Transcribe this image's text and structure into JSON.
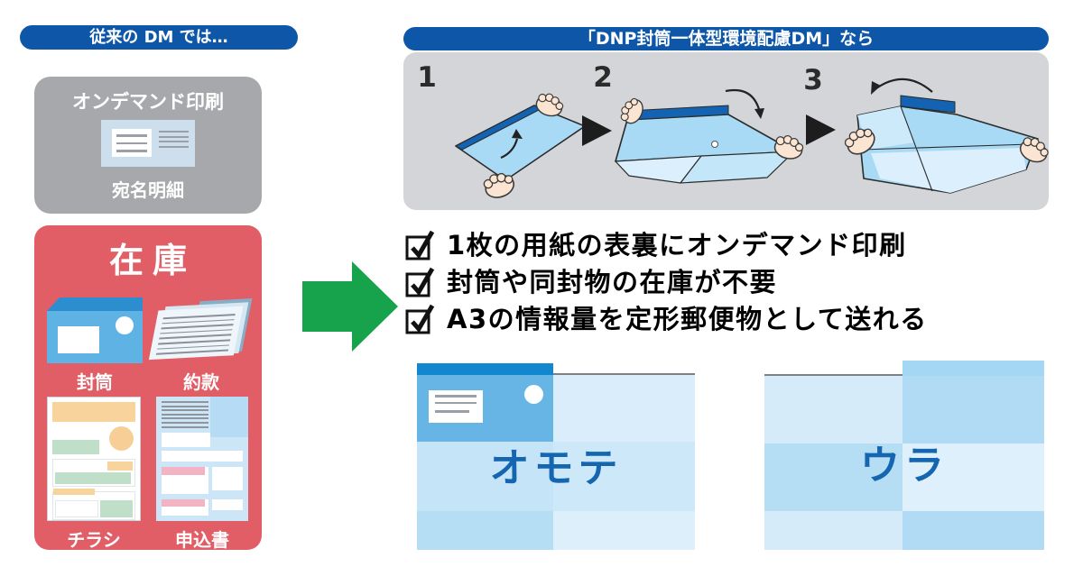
{
  "left_panel": {
    "header": "従来の DM では…",
    "ondemand": {
      "title": "オンデマンド印刷",
      "caption": "宛名明細"
    },
    "stock": {
      "title": "在庫",
      "items": [
        "封筒",
        "約款",
        "チラシ",
        "申込書"
      ]
    }
  },
  "right_panel": {
    "header": "「DNP封筒一体型環境配慮DM」なら",
    "fold_steps": [
      "1",
      "2",
      "3"
    ],
    "checklist": [
      "1枚の用紙の表裏にオンデマンド印刷",
      "封筒や同封物の在庫が不要",
      "A3の情報量を定形郵便物として送れる"
    ],
    "front_label": "オモテ",
    "back_label": "ウラ"
  },
  "colors": {
    "accent_blue": "#0d56a8",
    "stock_red": "#e25e66",
    "arrow_green": "#17a24c",
    "panel_gray": "#d3d5d8",
    "box_gray": "#a7a8ac",
    "fold_sheet_blue": "#a8daf5",
    "fold_strip_blue": "#1463b2",
    "front_strip_blue": "#1187ce",
    "big_label_blue": "#1566b0"
  }
}
